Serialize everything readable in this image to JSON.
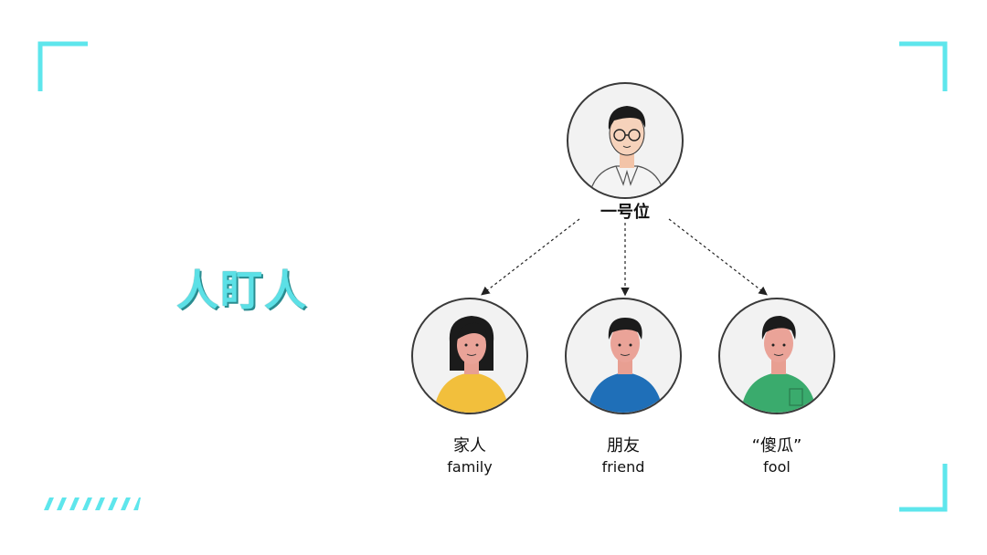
{
  "title": "人盯人",
  "colors": {
    "accent": "#5ee6ec",
    "title_fill": "#5ce0e6"
  },
  "top_node": {
    "label": "一号位",
    "icon": "man-with-glasses-avatar"
  },
  "nodes": [
    {
      "id": "family",
      "label_cn": "家人",
      "label_en": "family",
      "icon": "woman-yellow-shirt-avatar",
      "shirt_color": "#f2bf3c"
    },
    {
      "id": "friend",
      "label_cn": "朋友",
      "label_en": "friend",
      "icon": "man-blue-shirt-avatar",
      "shirt_color": "#1f6fb8"
    },
    {
      "id": "fool",
      "label_cn": "“傻瓜”",
      "label_en": "fool",
      "icon": "man-green-shirt-avatar",
      "shirt_color": "#3aab6d"
    }
  ]
}
